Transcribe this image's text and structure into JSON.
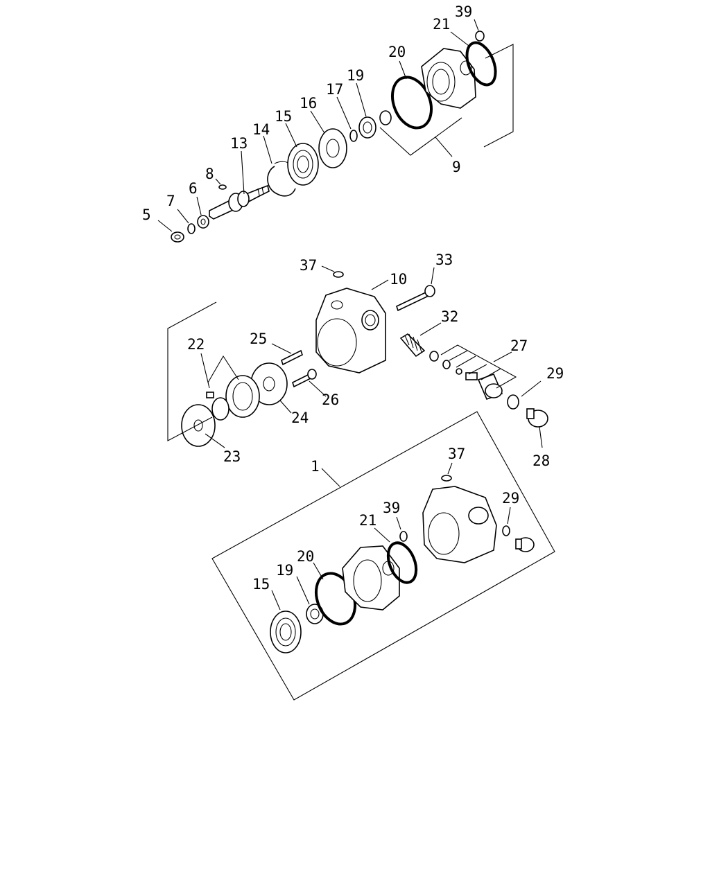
{
  "labels": {
    "l5": "5",
    "l7": "7",
    "l6": "6",
    "l8": "8",
    "l13": "13",
    "l14": "14",
    "l15": "15",
    "l16": "16",
    "l17": "17",
    "l19": "19",
    "l20": "20",
    "l21": "21",
    "l39": "39",
    "l9": "9",
    "l37a": "37",
    "l10": "10",
    "l33": "33",
    "l32": "32",
    "l25": "25",
    "l22": "22",
    "l27": "27",
    "l29": "29",
    "l26": "26",
    "l24": "24",
    "l23": "23",
    "l28": "28",
    "l1": "1",
    "l37b": "37",
    "l29b": "29",
    "l39b": "39",
    "l21b": "21",
    "l20b": "20",
    "l19b": "19",
    "l15b": "15"
  }
}
